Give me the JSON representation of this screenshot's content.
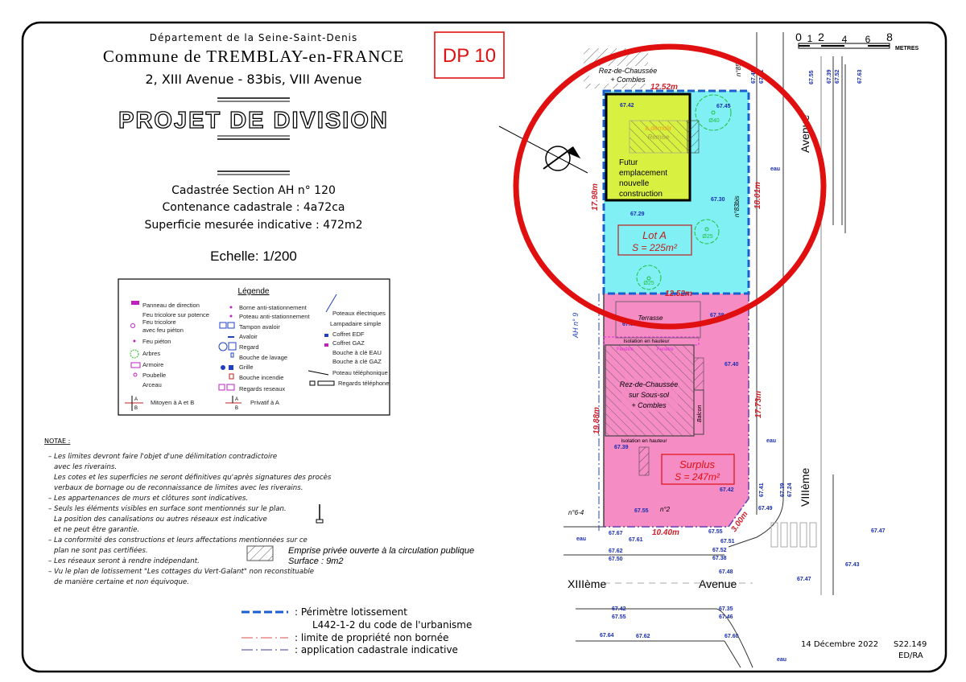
{
  "header": {
    "department": "Département de la Seine-Saint-Denis",
    "commune": "Commune de TREMBLAY-en-FRANCE",
    "address": "2, XIII Avenue - 83bis, VIII Avenue",
    "title": "PROJET DE DIVISION",
    "dp_badge": "DP 10",
    "cadastre": "Cadastrée Section AH n° 120",
    "contenance": "Contenance cadastrale : 4a72ca",
    "superficie": "Superficie mesurée indicative : 472m2",
    "echelle": "Echelle: 1/200"
  },
  "scale_bar": {
    "ticks": [
      "0",
      "1",
      "2",
      "4",
      "6",
      "8"
    ],
    "unit": "METRES"
  },
  "legend": {
    "title": "Légende",
    "col1": [
      "Panneau de direction",
      "Feu tricolore sur potence",
      "Feu tricolore",
      "avec feu piéton",
      "Feu piéton",
      "Arbres",
      "Armoire",
      "Poubelle",
      "Arceau"
    ],
    "col2": [
      "Borne anti-stationnement",
      "Poteau anti-stationnement",
      "Tampon avaloir",
      "Avaloir",
      "Regard",
      "Bouche de lavage",
      "Grille",
      "Bouche incendie",
      "Regards reseaux"
    ],
    "col3": [
      "Poteaux électriques",
      "Lampadaire simple",
      "Coffret EDF",
      "Coffret GAZ",
      "Bouche à clé EAU",
      "Bouche à clé GAZ",
      "Poteau téléphonique",
      "Regards téléphone"
    ],
    "mitoyen": "Mitoyen à A et B",
    "privatif": "Privatif à A",
    "a": "A",
    "b": "B"
  },
  "notes": {
    "title": "NOTAE :",
    "lines": [
      "– Les limites devront faire l'objet d'une délimitation contradictoire",
      "avec les riverains.",
      "Les cotes et les superficies ne seront définitives qu'après signatures des procès",
      "verbaux de bornage ou de reconnaissance de limites avec les riverains.",
      "– Les appartenances de murs et clôtures sont indicatives.",
      "– Seuls les éléments visibles en surface sont mentionnés sur le plan.",
      "La position des canalisations ou autres réseaux est indicative",
      "et ne peut être garantie.",
      "– La conformité des constructions et leurs affectations mentionnées sur ce",
      "plan ne sont pas certifiées.",
      "– Les réseaux seront à rendre indépendant.",
      "– Vu le plan de lotissement \"Les cottages du Vert-Galant\" non reconstituable",
      "de manière certaine et non équivoque."
    ],
    "emprise": "Emprise privée ouverte à la circulation publique",
    "emprise_surface": "Surface : 9m2"
  },
  "bottom_legend": {
    "perimetre": ": Périmètre lotissement",
    "perimetre2": "L442-1-2 du code de l'urbanisme",
    "limite": ": limite de propriété non bornée",
    "application": ": application cadastrale indicative"
  },
  "footer": {
    "date": "14 Décembre 2022",
    "ref": "S22.149",
    "initials": "ED/RA"
  },
  "plan": {
    "neighbor_top": "Rez-de-Chaussée",
    "neighbor_top2": "+ Combles",
    "lot_a_label": "Lot A",
    "lot_a_area": "S = 225m²",
    "surplus_label": "Surplus",
    "surplus_area": "S = 247m²",
    "future": [
      "Futur",
      "emplacement",
      "nouvelle",
      "construction"
    ],
    "demolir": "à démolir",
    "remise": "Remise",
    "terrasse": "Terrasse",
    "isolation": "Isolation en hauteur",
    "fenetre": "Fenêtre",
    "house": [
      "Rez-de-Chaussée",
      "sur Sous-sol",
      "+ Combles"
    ],
    "balcon": "Balcon",
    "dims": {
      "top": "12.52m",
      "mid": "12.52m",
      "left_a": "17.98m",
      "right_a": "18.01m",
      "left_s": "19.88m",
      "right_s": "17.73m",
      "bottom": "10.40m",
      "chamfer": "3.00m"
    },
    "parcel_no": "n°83bis",
    "parcel_no_top": "n°85",
    "n2": "n°2",
    "n64": "n°6-4",
    "ah": "AH n° 9",
    "tree1": "Ø40",
    "tree2": "Ø25",
    "tree3": "Ø25",
    "street_bottom": "XIIIème",
    "street_bottom2": "Avenue",
    "street_right": "VIIIème",
    "street_right_top": "Avenue",
    "eau": "eau",
    "elevations": [
      "67.42",
      "67.45",
      "67.30",
      "67.29",
      "67.38",
      "67.52",
      "67.40",
      "67.39",
      "67.42",
      "67.55",
      "67.67",
      "67.61",
      "67.62",
      "67.50",
      "67.55",
      "67.51",
      "67.52",
      "67.38",
      "67.49",
      "67.41",
      "67.39",
      "67.24",
      "67.47",
      "67.48",
      "67.43",
      "67.47",
      "67.42",
      "67.55",
      "67.35",
      "67.46",
      "67.64",
      "67.62",
      "67.60",
      "67.49",
      "67.41",
      "67.55",
      "67.39",
      "67.52",
      "67.63"
    ]
  },
  "colors": {
    "lot_a": "#80f0f4",
    "surplus": "#f58cc4",
    "future": "#d8f040",
    "circle": "#e01010",
    "perimeter": "#1a5fd0"
  }
}
